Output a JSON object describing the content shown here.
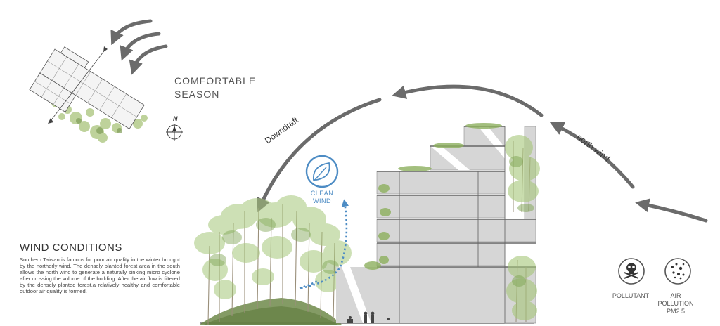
{
  "season": {
    "line1": "COMFORTABLE",
    "line2": "SEASON"
  },
  "compass": {
    "letter": "N"
  },
  "flows": {
    "downdraft": "Downdraft",
    "north_wind": "north wind"
  },
  "clean_wind": {
    "line1": "CLEAN",
    "line2": "WIND"
  },
  "wind_conditions": {
    "title": "WIND CONDITIONS",
    "body": "Southern Taiwan is famous for poor air quality in the winter brought by the northerly wind. The densely planted forest area in the south allows the north wind to generate a naturally sinking micro cyclone after crossing the volume of the building. After the air flow is filtered by the densely planted forest,a relatively healthy and comfortable outdoor air quality is formed."
  },
  "pollution": {
    "pollutant": "POLLUTANT",
    "air_pollution_line1": "AIR",
    "air_pollution_line2": "POLLUTION",
    "air_pollution_line3": "PM2.5"
  },
  "colors": {
    "arrow": "#6b6b6b",
    "building": "#d6d6d6",
    "clean_wind": "#4d8cc4",
    "vegetation": "#9bbf6a",
    "hill": "#6f8a4a"
  },
  "icons": [
    "leaf-icon",
    "skull-crossbones-icon",
    "dust-particles-icon",
    "compass-icon"
  ]
}
